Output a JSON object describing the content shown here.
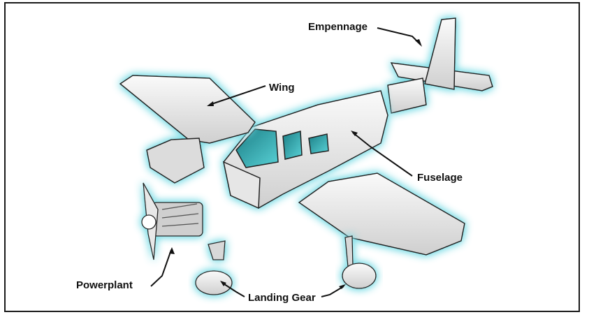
{
  "labels": {
    "empennage": "Empennage",
    "wing": "Wing",
    "fuselage": "Fuselage",
    "powerplant": "Powerplant",
    "landing_gear": "Landing Gear"
  },
  "colors": {
    "glow": "#7fdde6",
    "skin": "#f2f2f2",
    "shade": "#c9c9c9",
    "outline": "#222222",
    "canopy": "#2fb3b8"
  }
}
